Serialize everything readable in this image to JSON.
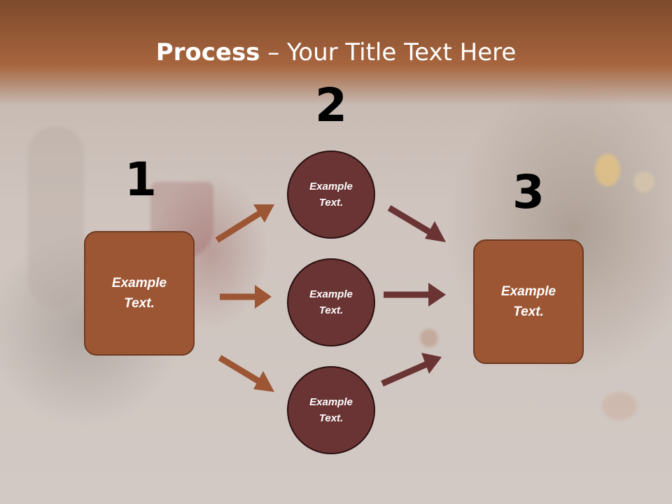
{
  "slide": {
    "title_bold": "Process",
    "title_rest": " – Your Title Text Here",
    "step_numbers": [
      "1",
      "2",
      "3"
    ],
    "left_box": "Example Text.",
    "circles": [
      "Example Text.",
      "Example Text.",
      "Example Text."
    ],
    "right_box": "Example Text."
  },
  "colors": {
    "box_fill": "#9c5634",
    "circle_fill": "#6a3434",
    "arrow_left": "#9c5634",
    "arrow_right": "#6a3434",
    "title_band": "#a7653e"
  }
}
